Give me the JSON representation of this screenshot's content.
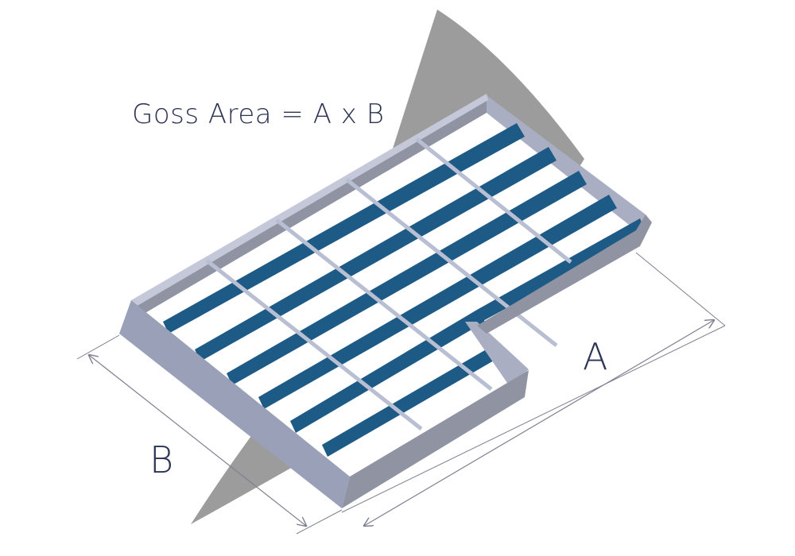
{
  "formula": "Goss Area = A x B",
  "dimensions": {
    "a_label": "A",
    "b_label": "B"
  },
  "colors": {
    "bearing_bar": "#1e5a86",
    "bearing_bar_side": "#184a6f",
    "frame_top": "#a9aec2",
    "frame_front": "#9aa0b7",
    "frame_inner": "#8f93a2",
    "cross_bar": "#b9bfd2",
    "shadow": "#9c9c9c",
    "dimension_line": "#7c8090",
    "text": "#2b3452"
  }
}
